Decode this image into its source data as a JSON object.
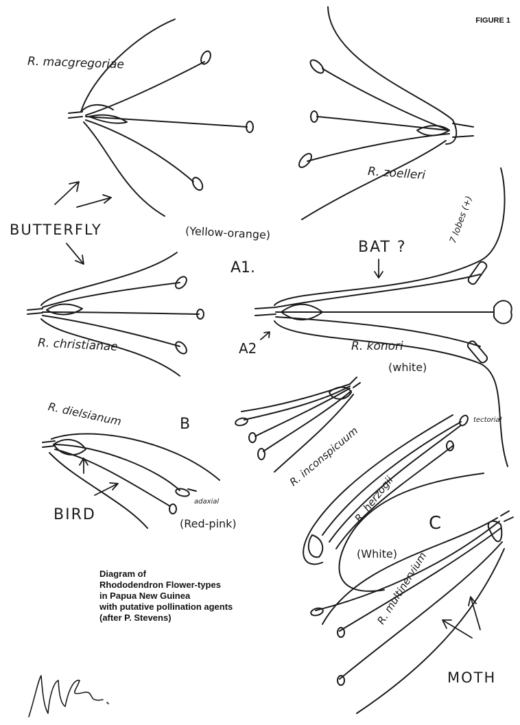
{
  "figure_label": "FIGURE 1",
  "species": {
    "macgregoriae": "R. macgregoriae",
    "zoelleri": "R. zoelleri",
    "christianae": "R. christianae",
    "konori": "R. konori",
    "dielsianum": "R. dielsianum",
    "inconspicuum": "R. inconspicuum",
    "herzogii": "R. herzogii",
    "multinervium": "R. multinervium"
  },
  "colors_text": {
    "yellow_orange": "(Yellow-orange)",
    "white_konori": "(white)",
    "red_pink": "(Red-pink)",
    "white_herzogii": "(White)"
  },
  "groups": {
    "a1": "A1.",
    "a2": "A2",
    "b": "B",
    "c": "C"
  },
  "pollinators": {
    "butterfly": "BUTTERFLY",
    "bat": "BAT ?",
    "bird": "BIRD",
    "moth": "MOTH"
  },
  "notes": {
    "lobes": "7 lobes (+)",
    "adaxial": "adaxial",
    "tectorial": "tectorial"
  },
  "caption": {
    "line1": "Diagram of",
    "line2": "Rhododendron Flower-types",
    "line3": "in Papua New Guinea",
    "line4": "with putative pollination agents",
    "line5": "(after P. Stevens)"
  }
}
